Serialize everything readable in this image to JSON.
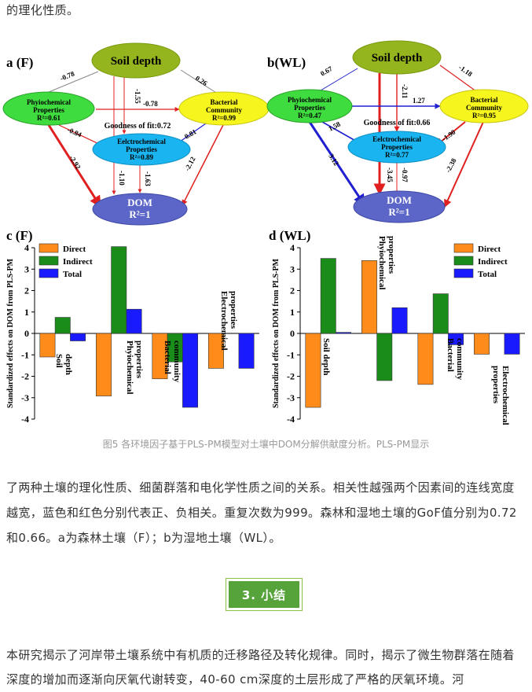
{
  "intro": "的理化性质。",
  "figure": {
    "panel_a": {
      "label": "a (F)",
      "gof": "Goodness of fit:0.72",
      "nodes": {
        "soil": [
          "Soil depth"
        ],
        "phys": [
          "Phyiochemical",
          "Properties",
          "R²=0.61"
        ],
        "bact": [
          "Bacterial",
          "Community",
          "R²=0.99"
        ],
        "elec": [
          "Eelctrochemical",
          "Properties",
          "R²=0.89"
        ],
        "dom": [
          "DOM",
          "R²=1"
        ]
      },
      "coef": {
        "soil_phys": "-0.78",
        "soil_bact": "0.26",
        "soil_elec": "-1.55",
        "phys_bact": "-0.78",
        "phys_elec": "-0.84",
        "phys_dom": "-2.92",
        "bact_elec": "0.81",
        "bact_dom": "-2.12",
        "elec_dom": "-1.10",
        "soil_dom": "-1.63"
      }
    },
    "panel_b": {
      "label": "b(WL)",
      "gof": "Goodness of fit:0.66",
      "nodes": {
        "soil": [
          "Soil depth"
        ],
        "phys": [
          "Phyiochemical",
          "Properties",
          "R²=0.47"
        ],
        "bact": [
          "Bacterial",
          "Community",
          "R²=0.95"
        ],
        "elec": [
          "Eelctrochemical",
          "Properties",
          "R²=0.77"
        ],
        "dom": [
          "DOM",
          "R²=1"
        ]
      },
      "coef": {
        "soil_phys": "0.67",
        "soil_bact": "-1.18",
        "soil_elec": "-2.11",
        "phys_bact": "1.27",
        "phys_elec": "1.58",
        "phys_dom": "3.12",
        "bact_elec": "-1.90",
        "bact_dom": "-2.38",
        "elec_dom": "-0.97",
        "soil_dom": "-3.45"
      }
    },
    "colors": {
      "direct": "#ff8c1a",
      "indirect": "#1a8c1a",
      "total": "#1a1aff",
      "neg_arrow": "#e02020",
      "pos_arrow": "#2020d0"
    },
    "ylabel": "Standardized effects on DOM from PLS-PM",
    "legend": [
      "Direct",
      "Indirect",
      "Total"
    ]
  },
  "chart_data": [
    {
      "type": "bar",
      "title": "c (F)",
      "ylabel": "Standardized effects on DOM from PLS-PM",
      "ylim": [
        -4,
        4
      ],
      "yticks": [
        -4,
        -3,
        -2,
        -1,
        0,
        1,
        2,
        3,
        4
      ],
      "categories": [
        "Soil depth",
        "Phyiochemical properties",
        "Bacterial community",
        "Electrochemical properties"
      ],
      "series": [
        {
          "name": "Direct",
          "values": [
            -1.1,
            -2.92,
            -2.12,
            -1.63
          ]
        },
        {
          "name": "Indirect",
          "values": [
            0.75,
            4.05,
            -1.33,
            0
          ]
        },
        {
          "name": "Total",
          "values": [
            -0.35,
            1.13,
            -3.45,
            -1.63
          ]
        }
      ],
      "legend": "top-left"
    },
    {
      "type": "bar",
      "title": "d (WL)",
      "ylabel": "Standardized effects on DOM from PLS-PM",
      "ylim": [
        -4,
        4
      ],
      "yticks": [
        -4,
        -3,
        -2,
        -1,
        0,
        1,
        2,
        3,
        4
      ],
      "categories": [
        "Soil depth",
        "Phyiochemical properties",
        "Bacterial community",
        "Electrochemical properties"
      ],
      "series": [
        {
          "name": "Direct",
          "values": [
            -3.45,
            3.4,
            -2.38,
            -0.97
          ]
        },
        {
          "name": "Indirect",
          "values": [
            3.5,
            -2.2,
            1.85,
            0
          ]
        },
        {
          "name": "Total",
          "values": [
            0.05,
            1.2,
            -0.53,
            -0.97
          ]
        }
      ],
      "legend": "top-right"
    }
  ],
  "caption": "图5 各环境因子基于PLS-PM模型对土壤中DOM分解供献度分析。PLS-PM显示",
  "para1": "了两种土壤的理化性质、细菌群落和电化学性质之间的关系。相关性越强两个因素间的连线宽度越宽，蓝色和红色分别代表正、负相关。重复次数为999。森林和湿地土壤的GoF值分别为0.72和0.66。a为森林土壤（F）；b为湿地土壤（WL）。",
  "section": "3. 小结",
  "para2": "本研究揭示了河岸带土壤系统中有机质的迁移路径及转化规律。同时，揭示了微生物群落在随着深度的增加而逐渐向厌氧代谢转变，40-60 cm深度的土层形成了严格的厌氧环境。河"
}
